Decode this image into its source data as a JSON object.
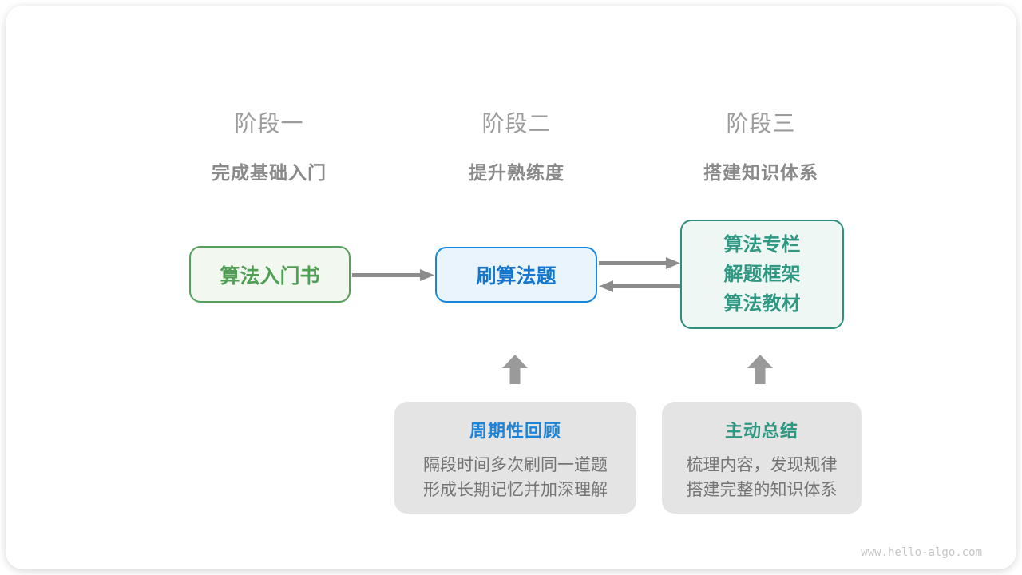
{
  "site": {
    "watermark": "www.hello-algo.com"
  },
  "colors": {
    "green_border": "#55A05A",
    "green_text": "#4FA054",
    "green_bg": "#F2F8EF",
    "blue_border": "#1787DC",
    "blue_text": "#1476CE",
    "blue_bg": "#EAF4FC",
    "teal_border": "#2F8F7E",
    "teal_text": "#2F9882",
    "teal_bg": "#EEF7F3",
    "note_bg": "#E4E4E4",
    "note_body_text": "#757575",
    "stage_title_gray": "#9C9C9C",
    "stage_subtitle_gray": "#8A8A8A",
    "arrow_gray": "#8C8C8C",
    "block_arrow_gray": "#9A9A9A"
  },
  "stages": [
    {
      "title": "阶段一",
      "subtitle": "完成基础入门"
    },
    {
      "title": "阶段二",
      "subtitle": "提升熟练度"
    },
    {
      "title": "阶段三",
      "subtitle": "搭建知识体系"
    }
  ],
  "flow": {
    "box1": {
      "label": "算法入门书"
    },
    "box2": {
      "label": "刷算法题"
    },
    "box3": {
      "lines": [
        "算法专栏",
        "解题框架",
        "算法教材"
      ]
    }
  },
  "notes": [
    {
      "title": "周期性回顾",
      "body_lines": [
        "隔段时间多次刷同一道题",
        "形成长期记忆并加深理解"
      ]
    },
    {
      "title": "主动总结",
      "body_lines": [
        "梳理内容，发现规律",
        "搭建完整的知识体系"
      ]
    }
  ]
}
